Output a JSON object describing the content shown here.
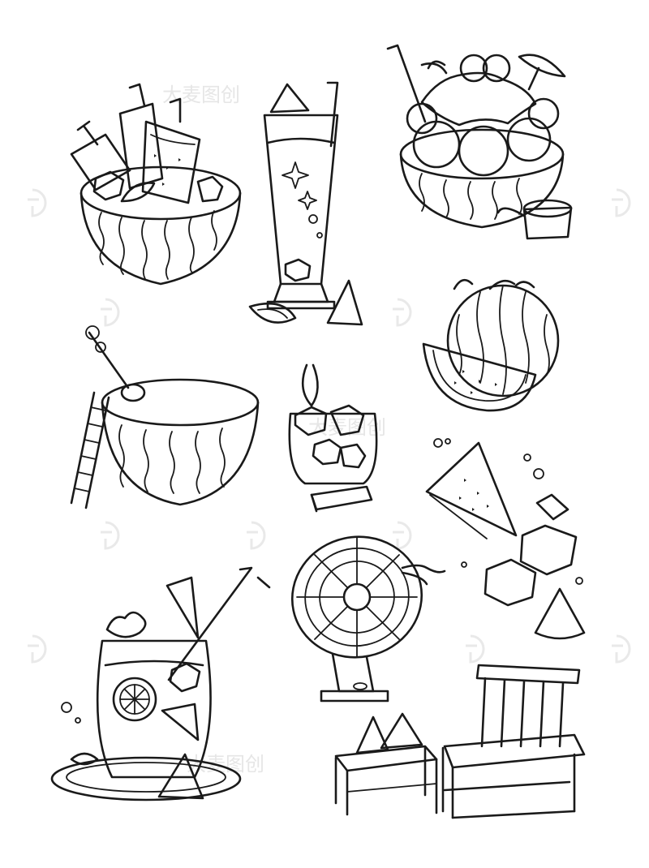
{
  "image": {
    "style": "line-art coloring page",
    "background_color": "#ffffff",
    "ink_color": "#1a1a1a",
    "watermark_color": "#e9e9e9"
  },
  "watermark": {
    "text": "大麦图创",
    "icon": "brand-logo-icon"
  },
  "illustrations": [
    {
      "id": "popsicle-watermelon-bowl",
      "icon": "watermelon-bowl-popsicles-icon"
    },
    {
      "id": "watermelon-juice-glass",
      "icon": "tall-glass-drink-icon"
    },
    {
      "id": "ice-cream-watermelon-bowl",
      "icon": "ice-cream-bowl-icon"
    },
    {
      "id": "whole-watermelon-slice",
      "icon": "watermelon-icon"
    },
    {
      "id": "watermelon-bowl-ladder",
      "icon": "watermelon-pool-icon"
    },
    {
      "id": "ice-cube-jar",
      "icon": "ice-jar-icon"
    },
    {
      "id": "slices-and-ice",
      "icon": "watermelon-slices-ice-icon"
    },
    {
      "id": "desk-fan",
      "icon": "fan-icon"
    },
    {
      "id": "fruit-punch-jar",
      "icon": "punch-jar-icon"
    },
    {
      "id": "bamboo-chair-stool",
      "icon": "bamboo-chair-icon"
    }
  ]
}
